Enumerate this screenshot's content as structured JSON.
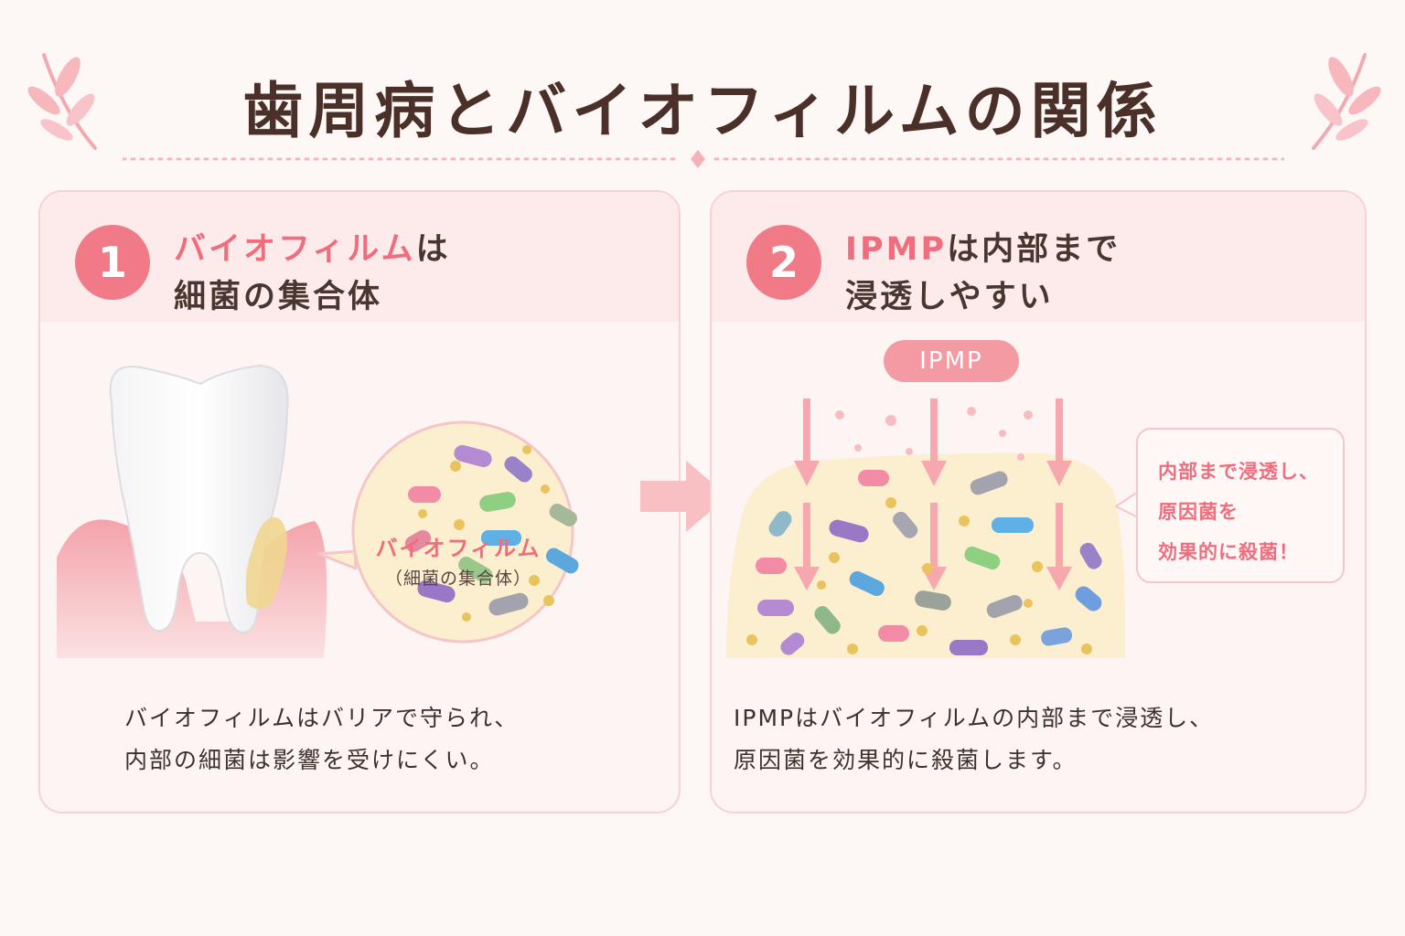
{
  "title": "歯周病とバイオフィルムの関係",
  "colors": {
    "accent": "#ef6d7c",
    "badge": "#f07b87",
    "panel_header": "#fcebea",
    "biofilm": "#fbefcf"
  },
  "panel1": {
    "number": "1",
    "heading_accent": "バイオフィルム",
    "heading_rest": "は",
    "heading_line2": "細菌の集合体",
    "bubble_label": "バイオフィルム",
    "bubble_sub": "（細菌の集合体）",
    "body_line1": "バイオフィルムはバリアで守られ、",
    "body_line2": "内部の細菌は影響を受けにくい。",
    "icons": [
      "tooth-icon",
      "gum-icon",
      "plaque-icon",
      "bacteria-icon"
    ]
  },
  "panel2": {
    "number": "2",
    "heading_accent": "IPMP",
    "heading_rest": "は内部まで",
    "heading_line2": "浸透しやすい",
    "pill_label": "IPMP",
    "callout_line1": "内部まで浸透し、",
    "callout_line2": "原因菌を",
    "callout_line3": "効果的に殺菌！",
    "body_line1": "IPMPはバイオフィルムの内部まで浸透し、",
    "body_line2": "原因菌を効果的に殺菌します。",
    "icons": [
      "arrow-down-icon",
      "biofilm-icon",
      "bacteria-icon"
    ]
  },
  "decorations": [
    "leaf-icon",
    "arrow-right-icon"
  ]
}
